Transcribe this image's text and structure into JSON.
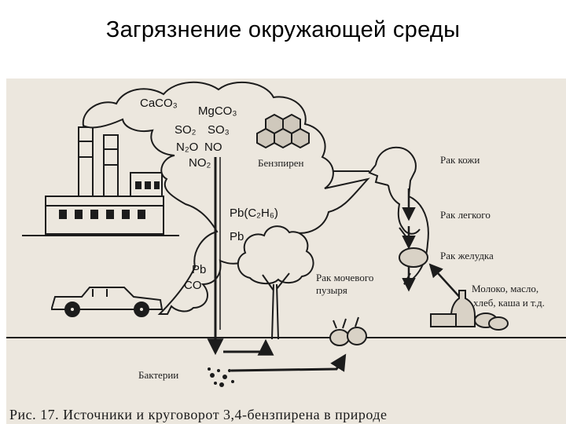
{
  "title": "Загрязнение окружающей среды",
  "labels": {
    "benzpyrene": "Бензпирен",
    "skin_cancer": "Рак кожи",
    "lung_cancer": "Рак легкого",
    "stomach_cancer": "Рак желудка",
    "bladder_cancer_1": "Рак мочевого",
    "bladder_cancer_2": "пузыря",
    "food_1": "Молоко, масло,",
    "food_2": "хлеб, каша и т.д.",
    "bacteria": "Бактерии"
  },
  "chemicals": {
    "caco3": "CaCO₃",
    "mgco3": "MgCO₃",
    "so2": "SO₂",
    "so3": "SO₃",
    "n2o": "N₂O",
    "no": "NO",
    "no2": "NO₂",
    "pb_c2h6": "Pb(C₂H₆)",
    "pb": "Pb",
    "pb2": "Pb",
    "co": "CO"
  },
  "caption": "Рис. 17. Источники и круговорот 3,4-бензпирена в природе",
  "colors": {
    "ink": "#1c1c1c",
    "paper": "#ece7de"
  }
}
